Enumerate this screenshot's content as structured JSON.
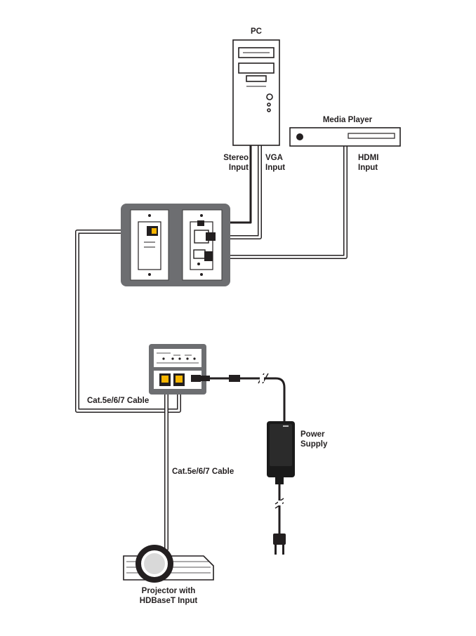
{
  "labels": {
    "pc": "PC",
    "stereo_input": [
      "Stereo",
      "Input"
    ],
    "vga_input": [
      "VGA",
      "Input"
    ],
    "media_player": "Media Player",
    "hdmi_input": [
      "HDMI",
      "Input"
    ],
    "cat_cable_1": "Cat.5e/6/7 Cable",
    "cat_cable_2": "Cat.5e/6/7 Cable",
    "power_supply": [
      "Power",
      "Supply"
    ],
    "projector": [
      "Projector with",
      "HDBaseT Input"
    ]
  },
  "colors": {
    "line": "#231f20",
    "cable_fill": "#ffffff",
    "plate_frame": "#6d6e71",
    "connector": "#f7b500",
    "psu": "#1a1a1a"
  }
}
